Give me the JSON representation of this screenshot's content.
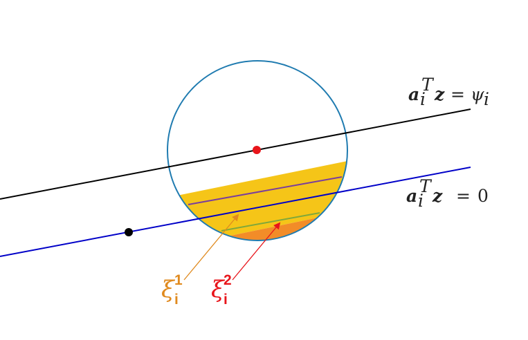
{
  "diagram": {
    "equation_top": {
      "lhs_a": "a",
      "sub": "i",
      "sup": "T",
      "lhs_z": "z",
      "eq": "=",
      "rhs_psi": "ψ",
      "rhs_sub": "i"
    },
    "equation_bottom": {
      "lhs_a": "a",
      "sub": "i",
      "sup": "T",
      "lhs_z": "z",
      "eq": "=",
      "rhs": "0"
    },
    "label_xi1": {
      "symbol": "ξ",
      "sub": "i",
      "sup": "1",
      "color": "#E08A1E"
    },
    "label_xi2": {
      "symbol": "ξ",
      "sub": "i",
      "sup": "2",
      "color": "#E8151B"
    },
    "colors": {
      "circle": "#1F7BB0",
      "line_top": "#000000",
      "line_bottom": "#0000C8",
      "region_yellow": "#F5C518",
      "region_orange": "#F28C28",
      "purple_chord": "#7A3E9D",
      "green_chord": "#7FA83B",
      "point_red": "#E8151B",
      "point_black": "#000000"
    }
  }
}
